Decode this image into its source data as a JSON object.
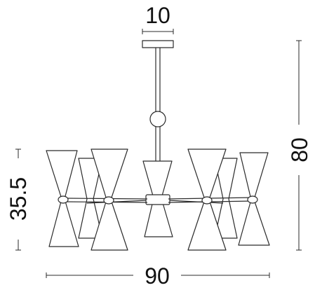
{
  "dimensions": {
    "top_width": "10",
    "height": "80",
    "shade_height": "35.5",
    "overall_width": "90"
  },
  "colors": {
    "line": "#2b2b2b",
    "text": "#111111",
    "background": "#ffffff"
  }
}
